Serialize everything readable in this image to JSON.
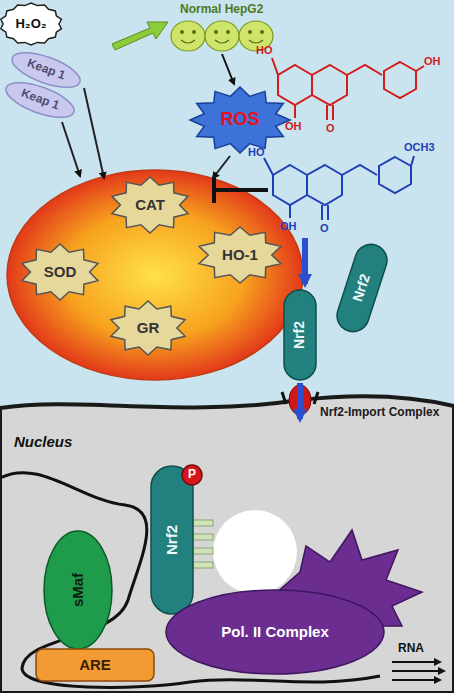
{
  "diagram": {
    "nodes": [
      {
        "text": [
          "H₂O₂"
        ]
      },
      {
        "text": [
          "ROS"
        ]
      },
      {
        "text": [
          "Keap 1"
        ]
      },
      {
        "text": [
          "Keap 1"
        ]
      },
      {
        "text": [
          "CAT"
        ]
      },
      {
        "text": [
          "SOD"
        ]
      },
      {
        "text": [
          "HO-1"
        ]
      },
      {
        "text": [
          "GR"
        ]
      },
      {
        "text": [
          "Nrf2"
        ]
      },
      {
        "text": [
          "Nrf2"
        ]
      },
      {
        "text": [
          "Nucleus"
        ]
      },
      {
        "text": [
          "Nrf2"
        ],
        "in": 10
      },
      {
        "text": [
          "P"
        ],
        "in": 10
      },
      {
        "text": [
          "sMaf"
        ],
        "in": 10
      },
      {
        "text": [
          "Pol. II Complex"
        ],
        "in": 10
      },
      {
        "text": [
          "ARE"
        ],
        "in": 10
      }
    ],
    "edges": [
      {
        "from": 9,
        "to": 10,
        "arrow": "to"
      }
    ],
    "labels": [
      "Normal HepG2",
      "HO",
      "OH",
      "OH",
      "O",
      "HO",
      "OCH3",
      "OH",
      "O",
      "Nrf2-Import Complex",
      "RNA"
    ]
  }
}
